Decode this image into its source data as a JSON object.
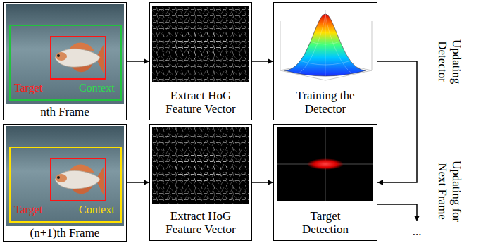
{
  "diagram": {
    "nodes": [
      {
        "text": [
          "Target",
          "Context",
          "nth Frame"
        ]
      },
      {
        "text": [
          "Extract HoG Feature Vector"
        ]
      },
      {
        "text": [
          "Training the Detector"
        ]
      },
      {
        "text": [
          "Target",
          "Context",
          "(n+1)th Frame"
        ]
      },
      {
        "text": [
          "Extract HoG Feature Vector"
        ]
      },
      {
        "text": [
          "Target Detection"
        ]
      }
    ],
    "edges": [
      {
        "from": 0,
        "to": 1,
        "arrow": "to"
      },
      {
        "from": 1,
        "to": 2,
        "arrow": "to"
      },
      {
        "from": 2,
        "to": 5,
        "label": "Updating Detector",
        "arrow": "to"
      },
      {
        "from": 3,
        "to": 4,
        "arrow": "to"
      },
      {
        "from": 4,
        "to": 5,
        "arrow": "to"
      }
    ],
    "labels": [
      "Updating for Next Frame",
      "..."
    ]
  }
}
